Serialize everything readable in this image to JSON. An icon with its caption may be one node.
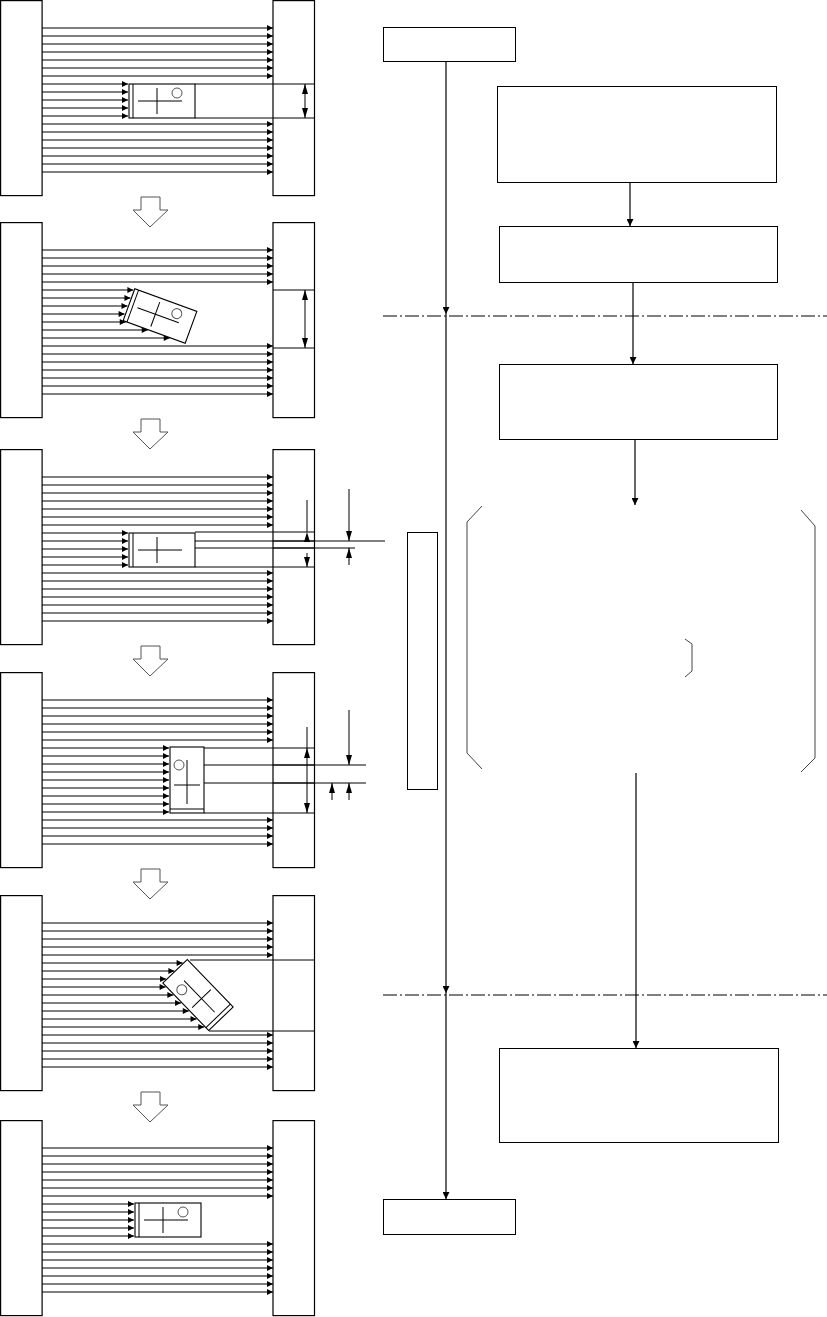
{
  "diagram": {
    "nodes": [
      {
        "text": [],
        "shape": "box"
      },
      {
        "text": [],
        "shape": "box"
      },
      {
        "text": [],
        "shape": "box"
      },
      {
        "text": [],
        "shape": "box"
      },
      {
        "text": [],
        "shape": "bracket"
      },
      {
        "text": [],
        "shape": "box"
      },
      {
        "text": [],
        "shape": "box"
      },
      {
        "text": [],
        "shape": "box"
      }
    ],
    "edges": [
      {
        "from": 0,
        "to": 7,
        "arrow": "to"
      },
      {
        "from": 1,
        "to": 2,
        "arrow": "to"
      },
      {
        "from": 2,
        "to": 3,
        "arrow": "to"
      },
      {
        "from": 3,
        "to": 4,
        "arrow": "to"
      },
      {
        "from": 4,
        "to": 6,
        "arrow": "to"
      }
    ]
  }
}
